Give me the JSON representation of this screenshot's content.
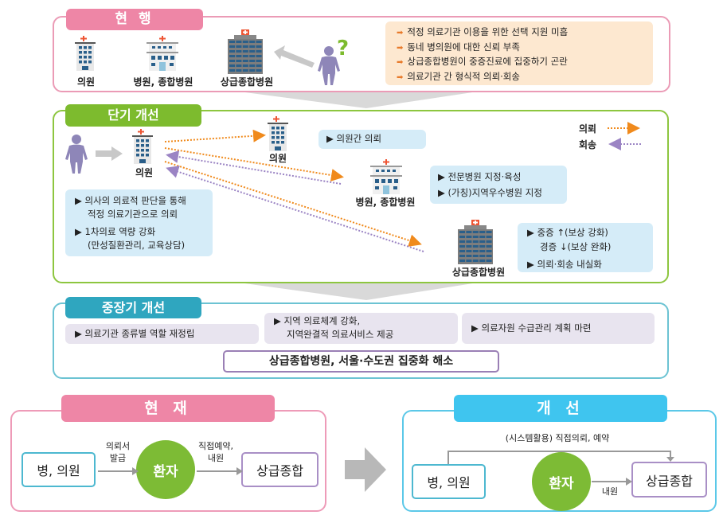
{
  "current": {
    "title": "현 행",
    "institutions": [
      "의원",
      "병원, 종합병원",
      "상급종합병원"
    ],
    "question_mark": "?",
    "problems": [
      "적정 의료기관 이용을 위한 선택 지원 미흡",
      "동네 병의원에 대한 신뢰 부족",
      "상급종합병원이 중증진료에 집중하기 곤란",
      "의료기관 간 형식적 의뢰·회송"
    ]
  },
  "short_term": {
    "title": "단기 개선",
    "origin_label": "의원",
    "clinic_label": "의원",
    "hospital_label": "병원, 종합병원",
    "tertiary_label": "상급종합병원",
    "clinic_note": "의원간 의뢰",
    "hospital_notes": [
      "전문병원 지정·육성",
      "(가칭)지역우수병원 지정"
    ],
    "tertiary_notes": [
      "중증 ↑(보상 강화)",
      "경증 ↓(보상 완화)",
      "의뢰·회송 내실화"
    ],
    "left_notes": [
      "의사의 의료적 판단을 통해",
      "적정 의료기관으로 의뢰",
      "1차의료 역량 강화",
      "(만성질환관리, 교육상담)"
    ],
    "legend": {
      "referral": "의뢰",
      "return": "회송"
    },
    "colors": {
      "referral": "#f08a1c",
      "return": "#9b84c4"
    }
  },
  "long_term": {
    "title": "중장기 개선",
    "items": [
      "의료기관 종류별 역할 재정립",
      "지역 의료체계 강화,",
      "지역완결적 의료서비스 제공",
      "의료자원 수급관리 계획 마련"
    ],
    "goal": "상급종합병원, 서울·수도권 집중화 해소"
  },
  "now": {
    "title": "현 재",
    "clinic": "병, 의원",
    "arrow1": [
      "의뢰서",
      "발급"
    ],
    "patient": "환자",
    "arrow2": [
      "직접예약,",
      "내원"
    ],
    "tertiary": "상급종합"
  },
  "improved": {
    "title": "개 선",
    "direct": "(시스템활용) 직접의뢰, 예약",
    "clinic": "병, 의원",
    "patient": "환자",
    "visit": "내원",
    "tertiary": "상급종합"
  }
}
